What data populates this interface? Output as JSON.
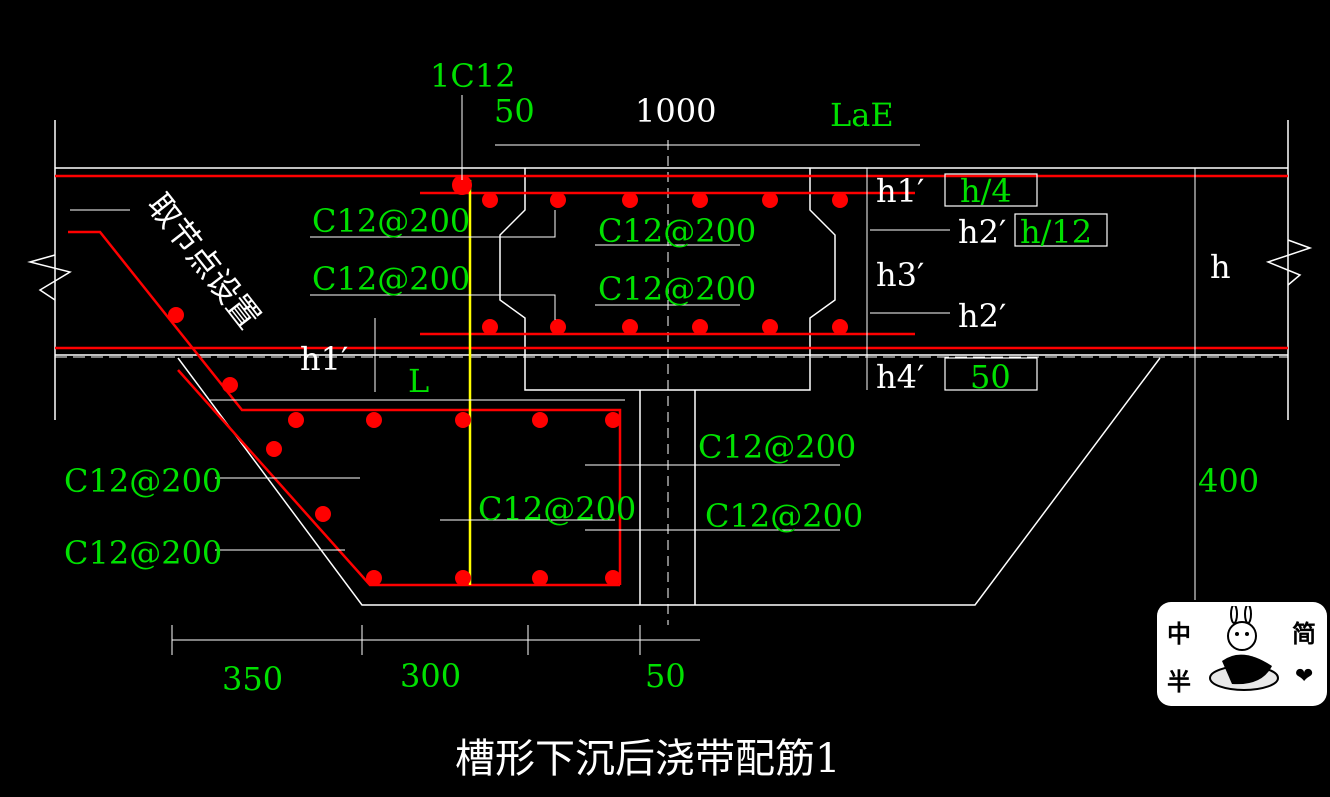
{
  "title": "槽形下沉后浇带配筋1",
  "top_labels": {
    "bar_mark": "1C12",
    "dim_50": "50",
    "dim_1000": "1000",
    "dim_lae": "LaE"
  },
  "right_labels": {
    "h1p": "h1′",
    "h1_box": "h/4",
    "h2p_top": "h2′",
    "h2_box": "h/12",
    "h3p": "h3′",
    "h2p_bot": "h2′",
    "h4p": "h4′",
    "h4_box": "50",
    "h": "h",
    "dim_400": "400"
  },
  "rebar_labels": {
    "top_left": "C12@200",
    "mid_left": "C12@200",
    "top_inner": "C12@200",
    "mid_inner": "C12@200",
    "trough_right_upper": "C12@200",
    "trough_right_lower": "C12@200",
    "trough_center": "C12@200",
    "slope_upper": "C12@200",
    "slope_lower": "C12@200"
  },
  "slope_note": "取节点设置",
  "left_labels": {
    "h1p": "h1′",
    "L": "L"
  },
  "bottom_dims": {
    "d350": "350",
    "d300": "300",
    "d50": "50"
  },
  "ime_badge": {
    "c1": "中",
    "c2": "简",
    "c3": "半",
    "icon": "heart-icon"
  },
  "colors": {
    "background": "#000000",
    "line": "#ffffff",
    "rebar": "#ff0000",
    "text": "#00e000",
    "center_bar": "#ffff00"
  }
}
